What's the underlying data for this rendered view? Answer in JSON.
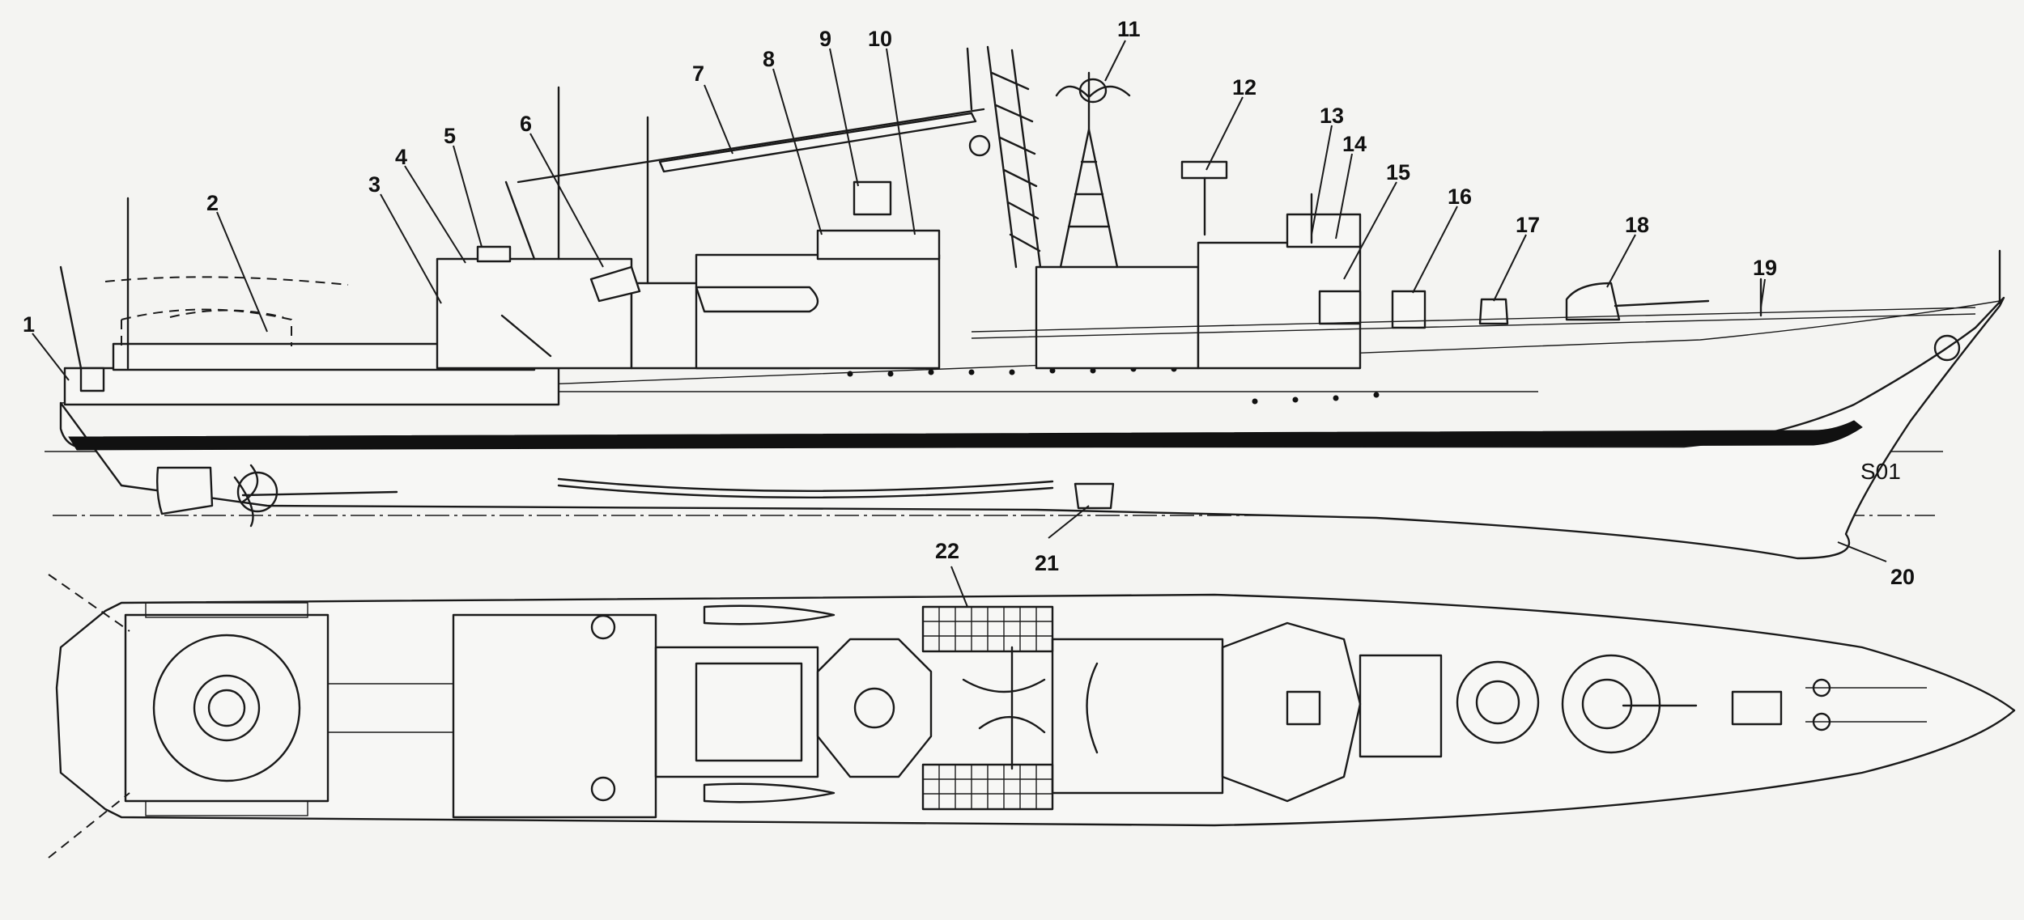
{
  "diagram": {
    "callouts": [
      {
        "id": "c1",
        "label": "1"
      },
      {
        "id": "c2",
        "label": "2"
      },
      {
        "id": "c3",
        "label": "3"
      },
      {
        "id": "c4",
        "label": "4"
      },
      {
        "id": "c5",
        "label": "5"
      },
      {
        "id": "c6",
        "label": "6"
      },
      {
        "id": "c7",
        "label": "7"
      },
      {
        "id": "c8",
        "label": "8"
      },
      {
        "id": "c9",
        "label": "9"
      },
      {
        "id": "c10",
        "label": "10"
      },
      {
        "id": "c11",
        "label": "11"
      },
      {
        "id": "c12",
        "label": "12"
      },
      {
        "id": "c13",
        "label": "13"
      },
      {
        "id": "c14",
        "label": "14"
      },
      {
        "id": "c15",
        "label": "15"
      },
      {
        "id": "c16",
        "label": "16"
      },
      {
        "id": "c17",
        "label": "17"
      },
      {
        "id": "c18",
        "label": "18"
      },
      {
        "id": "c19",
        "label": "19"
      },
      {
        "id": "c20",
        "label": "20"
      },
      {
        "id": "c21",
        "label": "21"
      },
      {
        "id": "c22",
        "label": "22"
      }
    ],
    "hull_marking": "S01",
    "colors": {
      "ink": "#1a1a1a",
      "paper": "#f4f4f2"
    }
  }
}
